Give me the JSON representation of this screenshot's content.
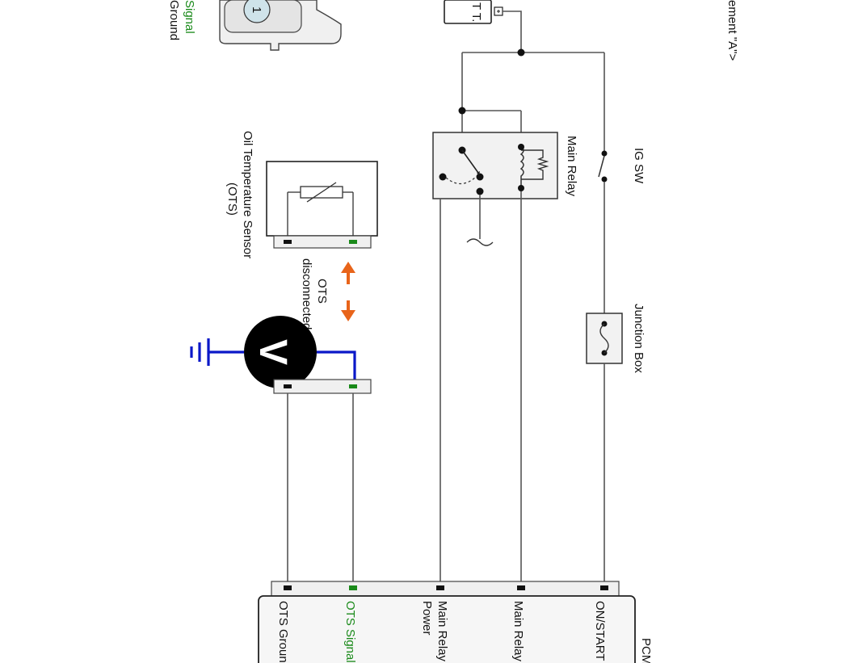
{
  "labels": {
    "signal_partial": "Signal",
    "ground_partial": "Ground",
    "element_a": "ement \"A\">",
    "ig_sw": "IG SW",
    "main_relay": "Main Relay",
    "junction_box": "Junction Box",
    "ots_title_line1": "Oil Temperature Sensor",
    "ots_title_line2": "(OTS)",
    "ots_disconnected_line1": "OTS",
    "ots_disconnected_line2": "disconnected",
    "voltmeter": "V",
    "pcm": "PCM",
    "pin_on_start": "ON/START",
    "pin_main_relay": "Main Relay",
    "pin_main_relay_power_line1": "Main Relay",
    "pin_main_relay_power_line2": "Power",
    "pin_ots_signal": "OTS Signal",
    "pin_ots_ground": "OTS Ground",
    "sensor_icon_number": "1",
    "battery_symbol": "T T."
  },
  "colors": {
    "wire": "#555555",
    "meter_wire": "#0a18c8",
    "signal_text": "#1a8a1a",
    "arrow": "#e8641a",
    "meter_body": "#000000"
  },
  "icons": [
    "ground-icon",
    "arrow-up-icon",
    "arrow-down-icon",
    "fuse-icon",
    "resistor-icon",
    "coil-icon",
    "switch-icon",
    "sensor-icon"
  ]
}
